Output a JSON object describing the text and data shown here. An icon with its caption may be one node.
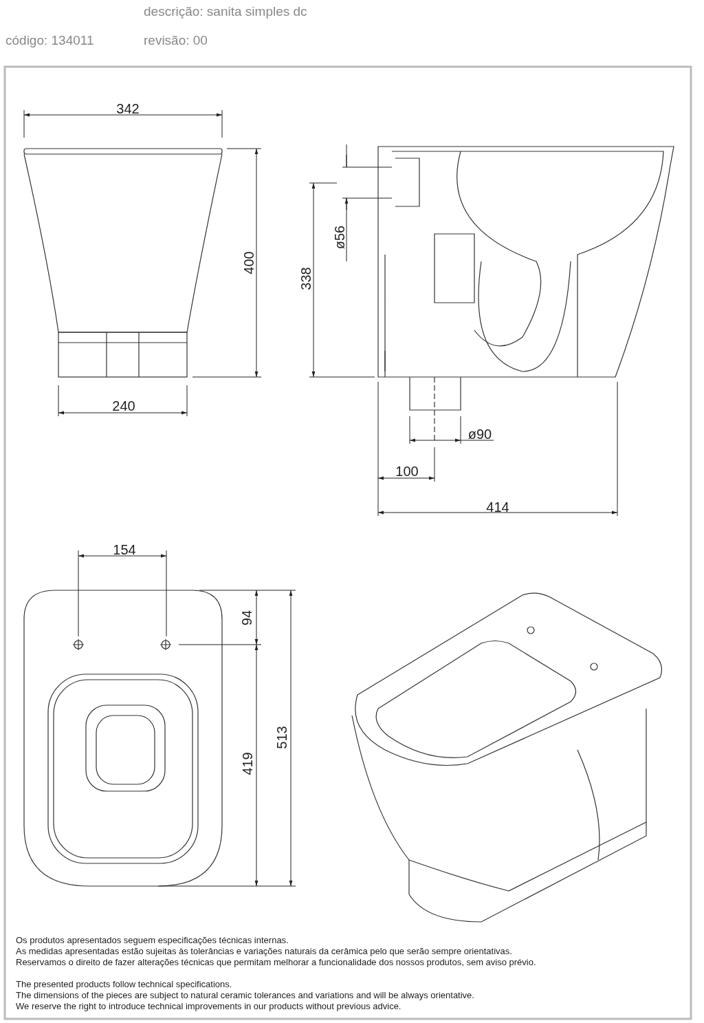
{
  "diagram": {
    "labels": [
      "descrição: sanita simples dc",
      "código: 134011",
      "revisão: 00",
      "342",
      "400",
      "338",
      "ø56",
      "240",
      "ø90",
      "100",
      "414",
      "154",
      "94",
      "513",
      "419",
      "Os produtos apresentados seguem especificações técnicas internas.",
      "As medidas apresentadas estão sujeitas às tolerâncias e variações naturais da cerâmica pelo que serão sempre orientativas.",
      "Reservamos o direito de fazer alterações técnicas que permitam melhorar a funcionalidade dos nossos produtos, sem aviso prévio.",
      "The presented products follow technical specifications.",
      "The dimensions of the pieces are subject to natural ceramic tolerances and variations and will be always orientative.",
      "We reserve the right to introduce technical improvements in our products without previous advice."
    ]
  }
}
